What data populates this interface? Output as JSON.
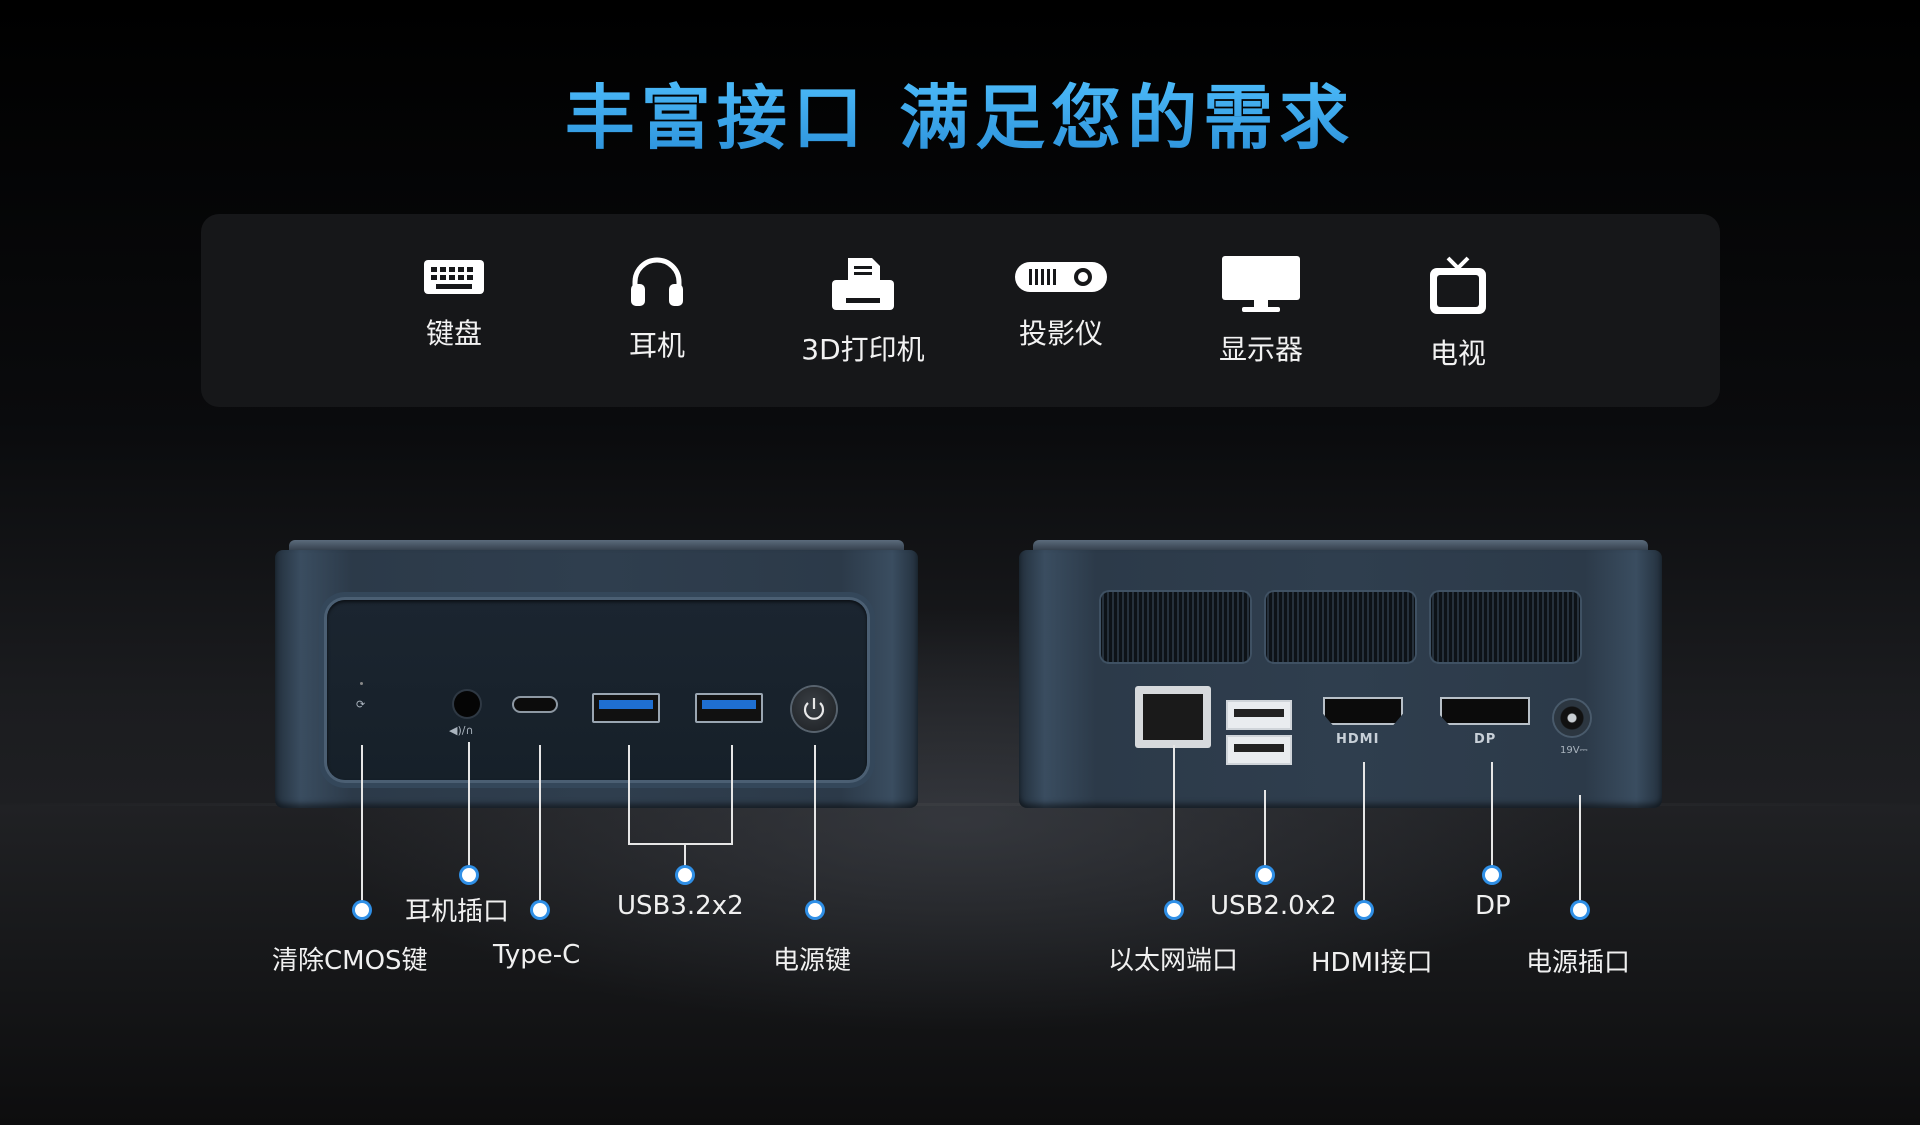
{
  "headline": "丰富接口  满足您的需求",
  "devices": [
    {
      "icon": "keyboard-icon",
      "label": "键盘"
    },
    {
      "icon": "headphones-icon",
      "label": "耳机"
    },
    {
      "icon": "printer-icon",
      "label": "3D打印机"
    },
    {
      "icon": "projector-icon",
      "label": "投影仪"
    },
    {
      "icon": "monitor-icon",
      "label": "显示器"
    },
    {
      "icon": "tv-icon",
      "label": "电视"
    }
  ],
  "front_labels": {
    "cmos": "清除CMOS键",
    "headphone": "耳机插口",
    "typec": "Type-C",
    "usb32": "USB3.2x2",
    "power": "电源键"
  },
  "rear_labels": {
    "ethernet": "以太网端口",
    "usb20": "USB2.0x2",
    "hdmi": "HDMI接口",
    "dp": "DP",
    "power_port": "电源插口"
  },
  "port_markings": {
    "hdmi": "HDMI",
    "dp": "DP",
    "dc": "19V⎓"
  },
  "colors": {
    "accent": "#3aaef0",
    "dot_ring": "#2f8fe6",
    "chassis": "#2f3e4e"
  }
}
